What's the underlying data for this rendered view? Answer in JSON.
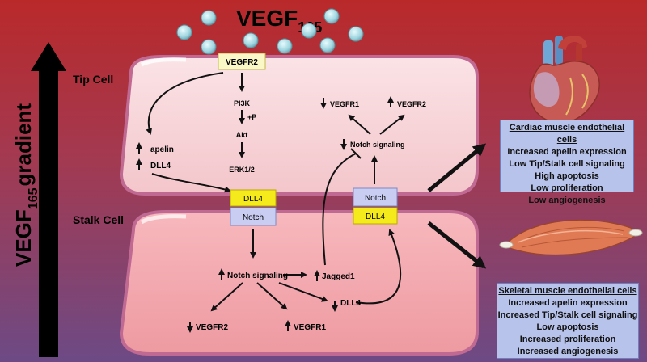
{
  "title_main": "VEGF",
  "title_sub": "165",
  "gradient_label_main": "VEGF",
  "gradient_label_sub": "165",
  "gradient_label_rest": "gradient",
  "tip_cell_label": "Tip Cell",
  "stalk_cell_label": "Stalk Cell",
  "receptor_label": "VEGFR2",
  "tip": {
    "apelin": "apelin",
    "dll4": "DLL4",
    "pi3k": "PI3K",
    "plus_p": "+P",
    "akt": "Akt",
    "erk": "ERK1/2",
    "vegfr1": "VEGFR1",
    "vegfr2": "VEGFR2",
    "notch_signaling": "Notch signaling"
  },
  "junction": {
    "dll4_left": "DLL4",
    "notch_left": "Notch",
    "notch_right": "Notch",
    "dll4_right": "DLL4"
  },
  "stalk": {
    "notch_signaling": "Notch signaling",
    "jagged1": "Jagged1",
    "dll4": "DLL4",
    "vegfr2": "VEGFR2",
    "vegfr1": "VEGFR1"
  },
  "cardiac_box": {
    "heading": "Cardiac muscle endothelial cells",
    "lines": [
      "Increased  apelin expression",
      "Low Tip/Stalk cell signaling",
      "High apoptosis",
      "Low proliferation",
      "Low angiogenesis"
    ]
  },
  "skeletal_box": {
    "heading": "Skeletal muscle endothelial cells",
    "lines": [
      "Increased apelin expression",
      "Increased Tip/Stalk cell signaling",
      "Low apoptosis",
      "Increased proliferation",
      "Increased angiogenesis"
    ]
  },
  "colors": {
    "tip_cell_fill": "#f7d2d6",
    "stalk_cell_fill": "#f2a5aa",
    "cell_border": "#c06a93",
    "dll4_fill": "#f4ea1c",
    "notch_fill": "#c9cdf1",
    "vegf_ball": "#aee0e6",
    "box_fill": "#b7c3ea"
  }
}
